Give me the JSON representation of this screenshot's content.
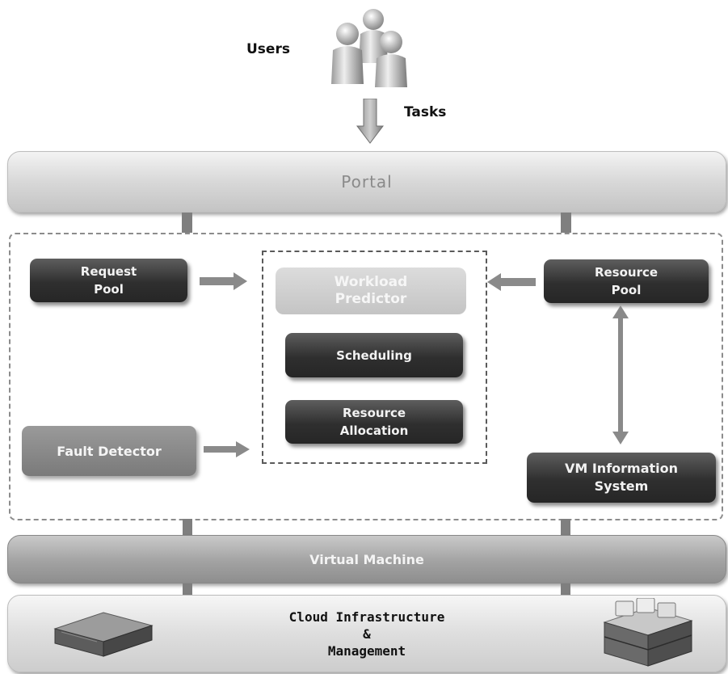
{
  "users_label": "Users",
  "tasks_label": "Tasks",
  "portal_label": "Portal",
  "request_pool_line1": "Request",
  "request_pool_line2": "Pool",
  "workload_line1": "Workload",
  "workload_line2": "Predictor",
  "scheduling_label": "Scheduling",
  "allocation_line1": "Resource",
  "allocation_line2": "Allocation",
  "resource_pool_line1": "Resource",
  "resource_pool_line2": "Pool",
  "fault_detector_label": "Fault Detector",
  "vm_info_line1": "VM Information",
  "vm_info_line2": "System",
  "virtual_machine_label": "Virtual Machine",
  "cloud_line1": "Cloud Infrastructure",
  "cloud_line2": "&",
  "cloud_line3": "Management",
  "icons": [
    "users-icon",
    "server-icon",
    "storage-icon"
  ]
}
